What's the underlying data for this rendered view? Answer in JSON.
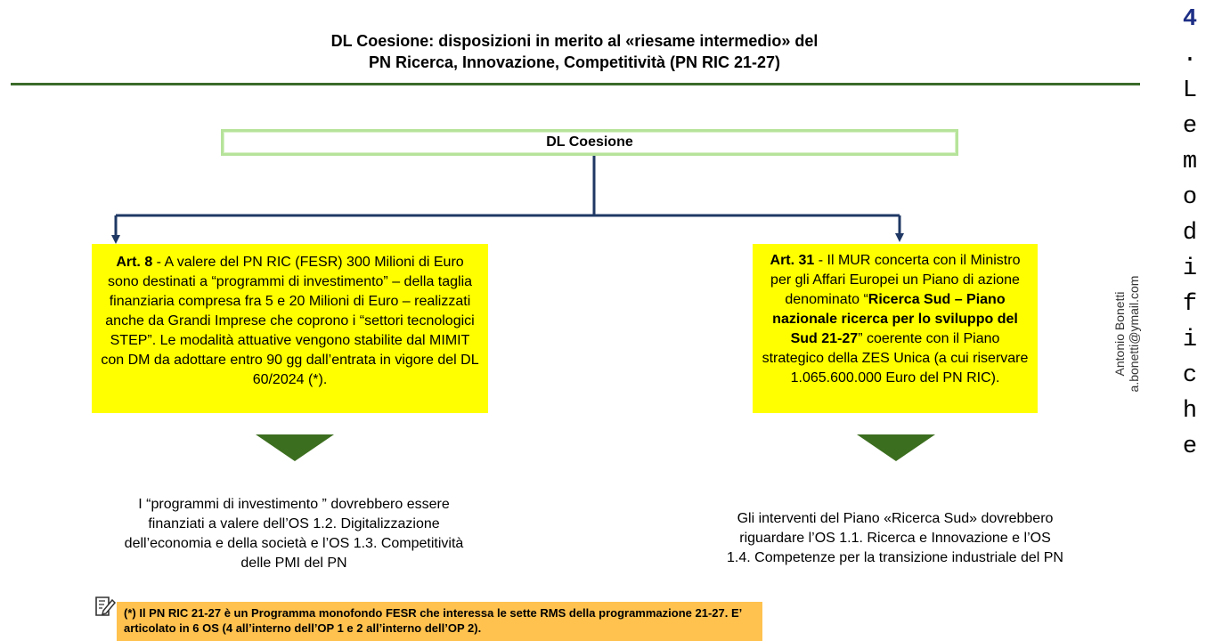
{
  "slide": {
    "title_line1": "DL Coesione: disposizioni in merito al «riesame intermedio» del",
    "title_line2": "PN Ricerca, Innovazione, Competitività  (PN RIC 21-27)"
  },
  "diagram": {
    "root": "DL Coesione",
    "left_box": {
      "lead_bold": "Art. 8",
      "text": " - A valere del PN RIC (FESR) 300 Milioni di Euro sono destinati a “programmi di investimento” – della taglia finanziaria compresa fra 5 e 20 Milioni di Euro – realizzati anche da Grandi Imprese che coprono i “settori tecnologici STEP”. Le modalità attuative vengono stabilite dal MIMIT con DM da adottare entro 90 gg dall’entrata in vigore del DL 60/2024 (*)."
    },
    "right_box": {
      "lead_bold": "Art. 31",
      "text_a": " - Il MUR concerta con il Ministro per gli Affari Europei un Piano di azione denominato “",
      "highlight_bold": "Ricerca Sud – Piano nazionale ricerca per lo sviluppo del Sud 21-27",
      "text_b": "” coerente con il Piano strategico della ZES Unica (a cui riservare 1.065.600.000 Euro del PN RIC)."
    },
    "left_result": "I “programmi di investimento ” dovrebbero essere finanziati a valere dell’OS 1.2. Digitalizzazione dell’economia e della società e l’OS 1.3. Competitività delle PMI del PN",
    "right_result": "Gli interventi del Piano «Ricerca Sud» dovrebbero riguardare l’OS 1.1. Ricerca e Innovazione e l’OS 1.4. Competenze per la transizione industriale del PN"
  },
  "footnote": {
    "icon": "note-pencil-icon",
    "text": "(*) Il PN RIC 21-27 è un Programma monofondo FESR che interessa le sette RMS della programmazione 21-27. E’ articolato in 6 OS (4 all’interno dell’OP 1 e 2 all’interno dell’OP 2)."
  },
  "author": {
    "name": "Antonio Bonetti",
    "email": "a.bonetti@ymail.com"
  },
  "side_strip": [
    "4",
    ".",
    "L",
    "e",
    "m",
    "o",
    "d",
    "i",
    "f",
    "i",
    "c",
    "h",
    "e",
    ""
  ],
  "colors": {
    "title_rule": "#3a6b2a",
    "root_border": "#b6e39a",
    "connector": "#1f3864",
    "yellow_box": "#ffff00",
    "triangle": "#3c6e1f",
    "footnote_bg": "#ffc24f",
    "side_strip_first": "#1e2f86"
  }
}
